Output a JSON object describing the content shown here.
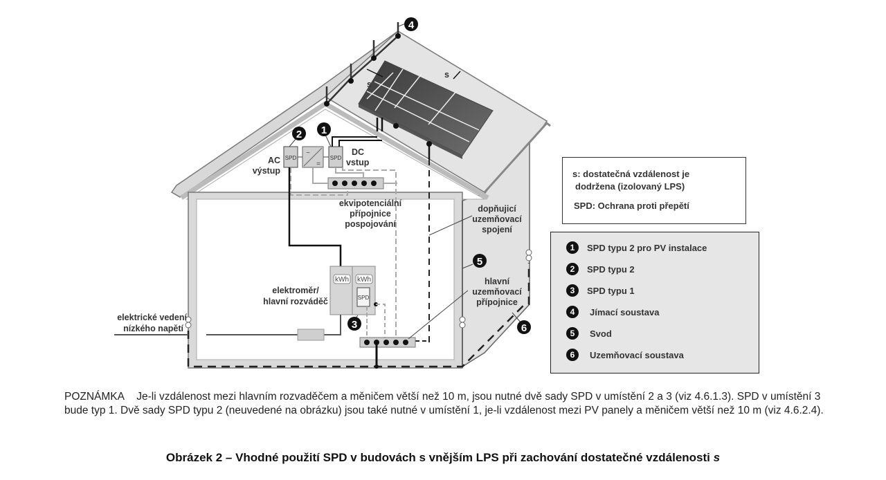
{
  "diagram": {
    "title": "Vhodné použití SPD v budovách s vnějším LPS",
    "labels": {
      "ac_output": [
        "AC",
        "výstup"
      ],
      "dc_input": [
        "DC",
        "vstup"
      ],
      "equipotential_bar": [
        "ekvipotenciální",
        "přípojnice",
        "pospojování"
      ],
      "supplementary_earthing": [
        "dopňujicí",
        "uzemňovací",
        "spojení"
      ],
      "main_earthing_bar": [
        "hlavní",
        "uzemňovací",
        "přípojnice"
      ],
      "meter": [
        "elektroměr/",
        "hlavní rozváděč"
      ],
      "lv_line": [
        "elektrické vedení",
        "nízkého napětí"
      ],
      "separation": "s",
      "spd": "SPD",
      "kwh": "kWh",
      "inverter_ac": "~",
      "inverter_dc": "="
    },
    "markers": [
      "1",
      "2",
      "3",
      "4",
      "5",
      "6"
    ]
  },
  "info_box": {
    "line1": "s: dostatečná vzdálenost je",
    "line2": "dodržena (izolovaný LPS)",
    "line3": "SPD: Ochrana proti přepětí"
  },
  "legend": [
    {
      "num": "1",
      "label": "SPD typu 2 pro PV instalace"
    },
    {
      "num": "2",
      "label": "SPD typu 2"
    },
    {
      "num": "3",
      "label": "SPD typu 1"
    },
    {
      "num": "4",
      "label": "Jímací soustava"
    },
    {
      "num": "5",
      "label": "Svod"
    },
    {
      "num": "6",
      "label": "Uzemňovací soustava"
    }
  ],
  "note": {
    "prefix": "POZNÁMKA",
    "text": "Je-li vzdálenost mezi hlavním rozvaděčem a měničem větší než 10 m, jsou nutné dvě sady SPD v umístění 2 a 3 (viz 4.6.1.3). SPD v umístění 3 bude typ 1. Dvě sady SPD typu 2 (neuvedené na obrázku) jsou také nutné v umístění 1, je-li vzdálenost mezi PV panely a měničem větší než 10 m (viz 4.6.2.4)."
  },
  "caption": {
    "main": "Obrázek 2 – Vhodné použití SPD v budovách s vnějším LPS při zachování dostatečné vzdálenosti ",
    "italic": "s"
  }
}
